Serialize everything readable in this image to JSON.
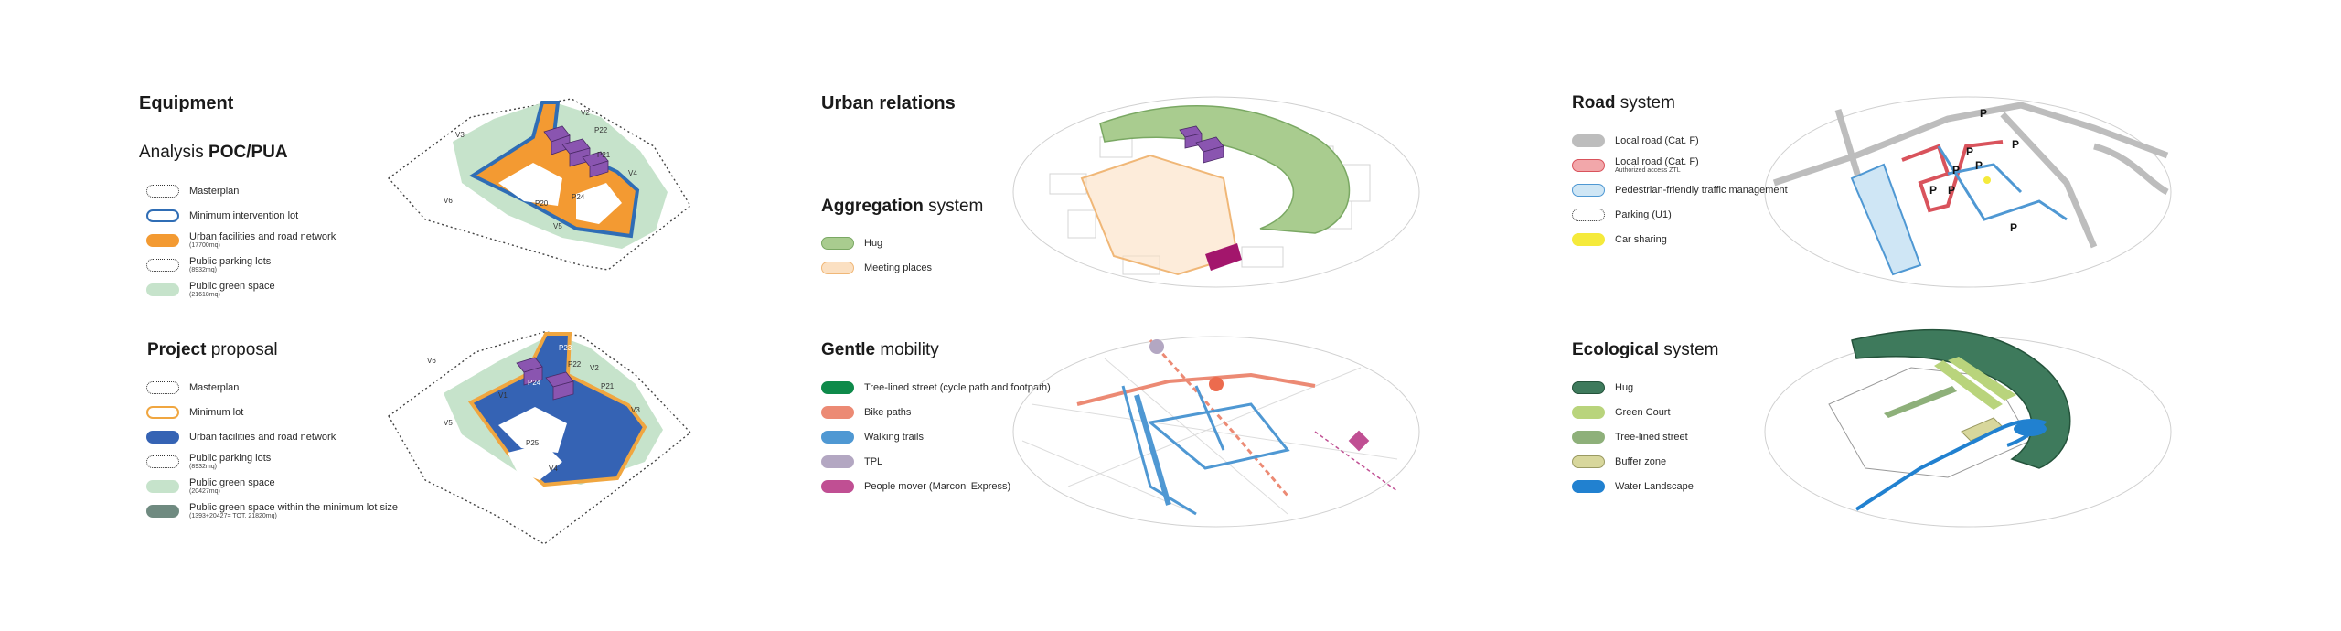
{
  "col1": {
    "heading": "Equipment",
    "analysis_title": {
      "pre": "Analysis ",
      "bold": "POC/PUA"
    },
    "analysis_legend": [
      {
        "label": "Masterplan",
        "note": "",
        "style": "dotted",
        "color": "#333333",
        "fill": "#ffffff"
      },
      {
        "label": "Minimum intervention lot",
        "note": "",
        "style": "solid",
        "color": "#2f6db5",
        "fill": "#ffffff"
      },
      {
        "label": "Urban facilities and road network",
        "note": "(17700mq)",
        "style": "fill",
        "color": "#f39a32",
        "fill": "#f39a32"
      },
      {
        "label": "Public parking lots",
        "note": "(8932mq)",
        "style": "dotted",
        "color": "#333333",
        "fill": "#ffffff"
      },
      {
        "label": "Public green space",
        "note": "(21618mq)",
        "style": "fill",
        "color": "#c6e3cb",
        "fill": "#c6e3cb"
      }
    ],
    "project_title": {
      "bold": "Project",
      "post": " proposal"
    },
    "project_legend": [
      {
        "label": "Masterplan",
        "note": "",
        "style": "dotted",
        "color": "#333333",
        "fill": "#ffffff"
      },
      {
        "label": "Minimum lot",
        "note": "",
        "style": "solid",
        "color": "#f0a640",
        "fill": "#ffffff"
      },
      {
        "label": "Urban facilities and road network",
        "note": "",
        "style": "fill",
        "color": "#3563b4",
        "fill": "#3563b4"
      },
      {
        "label": "Public parking lots",
        "note": "(8932mq)",
        "style": "dotted",
        "color": "#333333",
        "fill": "#ffffff"
      },
      {
        "label": "Public green space",
        "note": "(20427mq)",
        "style": "fill",
        "color": "#c6e3cb",
        "fill": "#c6e3cb"
      },
      {
        "label": "Public green space within the minimum lot size",
        "note": "(1393+20427= TOT. 21820mq)",
        "style": "fill",
        "color": "#6f8a80",
        "fill": "#6f8a80"
      }
    ],
    "map1_labels": [
      "V2",
      "P22",
      "V3",
      "P21",
      "V4",
      "P20",
      "P24",
      "V5",
      "V6"
    ],
    "map2_labels": [
      "P23",
      "P22",
      "V2",
      "P21",
      "V3",
      "V1",
      "P24",
      "P25",
      "V4",
      "V5",
      "V6"
    ]
  },
  "col2": {
    "heading": "Urban relations",
    "aggregation_title": {
      "bold": "Aggregation",
      "post": " system"
    },
    "aggregation_legend": [
      {
        "label": "Hug",
        "note": "",
        "style": "fill",
        "color": "#7aa863",
        "fill": "#a9cc8f"
      },
      {
        "label": "Meeting places",
        "note": "",
        "style": "fill",
        "color": "#f0b777",
        "fill": "#fbe0c2"
      }
    ],
    "mobility_title": {
      "bold": "Gentle",
      "post": " mobility"
    },
    "mobility_legend": [
      {
        "label": "Tree-lined street (cycle path and footpath)",
        "note": "",
        "style": "fill",
        "color": "#0e8a4a",
        "fill": "#0e8a4a"
      },
      {
        "label": "Bike paths",
        "note": "",
        "style": "fill",
        "color": "#ec8a74",
        "fill": "#ec8a74"
      },
      {
        "label": "Walking trails",
        "note": "",
        "style": "fill",
        "color": "#4f98d3",
        "fill": "#4f98d3"
      },
      {
        "label": "TPL",
        "note": "",
        "style": "fill",
        "color": "#b3a7c2",
        "fill": "#b3a7c2"
      },
      {
        "label": "People mover (Marconi Express)",
        "note": "",
        "style": "fill",
        "color": "#c04f93",
        "fill": "#c04f93"
      }
    ]
  },
  "col3": {
    "road_title": {
      "bold": "Road",
      "post": " system"
    },
    "road_legend": [
      {
        "label": "Local road (Cat. F)",
        "note": "",
        "style": "fill",
        "color": "#bdbdbd",
        "fill": "#bdbdbd"
      },
      {
        "label": "Local road (Cat. F)",
        "note": "Authorized access ZTL",
        "style": "fill",
        "color": "#d9535c",
        "fill": "#f2a7aa"
      },
      {
        "label": "Pedestrian-friendly traffic management",
        "note": "",
        "style": "fill",
        "color": "#4f98d3",
        "fill": "#cfe6f5"
      },
      {
        "label": "Parking (U1)",
        "note": "",
        "style": "dotted",
        "color": "#333333",
        "fill": "#ffffff"
      },
      {
        "label": "Car sharing",
        "note": "",
        "style": "fill",
        "color": "#f5ea3b",
        "fill": "#f5ea3b"
      }
    ],
    "ecology_title": {
      "bold": "Ecological",
      "post": " system"
    },
    "ecology_legend": [
      {
        "label": "Hug",
        "note": "",
        "style": "fill",
        "color": "#24533b",
        "fill": "#3e7a5c"
      },
      {
        "label": "Green Court",
        "note": "",
        "style": "fill",
        "color": "#b9d47c",
        "fill": "#b9d47c"
      },
      {
        "label": "Tree-lined street",
        "note": "",
        "style": "fill",
        "color": "#8eb07a",
        "fill": "#8eb07a"
      },
      {
        "label": "Buffer zone",
        "note": "",
        "style": "fill",
        "color": "#9a9a62",
        "fill": "#d8d79c"
      },
      {
        "label": "Water Landscape",
        "note": "",
        "style": "fill",
        "color": "#2181d0",
        "fill": "#2181d0"
      }
    ],
    "parking_marks": [
      "P",
      "P",
      "P",
      "P",
      "P",
      "P",
      "P",
      "P"
    ]
  }
}
